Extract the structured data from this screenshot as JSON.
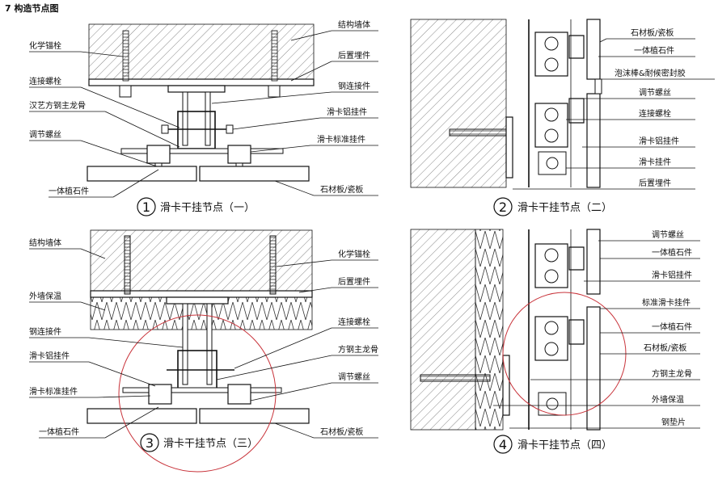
{
  "header": {
    "title": "7  构造节点图"
  },
  "panels": [
    {
      "number": "1",
      "caption": "滑卡干挂节点（一）",
      "labels_left": [
        "化学锚栓",
        "连接螺栓",
        "汉艺方钢主龙骨",
        "调节螺丝",
        "一体植石件"
      ],
      "labels_right": [
        "结构墙体",
        "后置埋件",
        "钢连接件",
        "滑卡铝挂件",
        "滑卡标准挂件",
        "石材板/瓷板"
      ]
    },
    {
      "number": "2",
      "caption": "滑卡干挂节点（二）",
      "labels_right": [
        "石材板/瓷板",
        "一体植石件",
        "泡沫棒&耐候密封胶",
        "调节螺丝",
        "连接螺栓",
        "滑卡铝挂件",
        "滑卡挂件",
        "后置埋件"
      ]
    },
    {
      "number": "3",
      "caption": "滑卡干挂节点（三）",
      "labels_left": [
        "结构墙体",
        "外墙保温",
        "钢连接件",
        "滑卡铝挂件",
        "滑卡标准挂件",
        "一体植石件"
      ],
      "labels_right": [
        "化学锚栓",
        "后置埋件",
        "连接螺栓",
        "方钢主龙骨",
        "调节螺丝",
        "石材板/瓷板"
      ]
    },
    {
      "number": "4",
      "caption": "滑卡干挂节点（四）",
      "labels_right": [
        "调节螺丝",
        "一体植石件",
        "滑卡铝挂件",
        "标准滑卡挂件",
        "一体植石件",
        "石材板/瓷板",
        "方钢主龙骨",
        "外墙保温",
        "钢垫片"
      ]
    }
  ],
  "colors": {
    "ink": "#111111",
    "highlight_circle": "#c8333a"
  }
}
